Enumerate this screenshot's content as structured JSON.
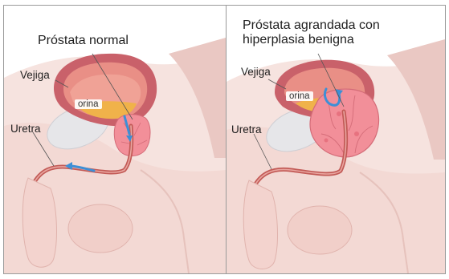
{
  "panels": [
    {
      "title": "Próstata normal",
      "labels": {
        "bladder": "Vejiga",
        "urethra": "Uretra",
        "urine": "orina"
      }
    },
    {
      "title_lines": [
        "Próstata agrandada con",
        "hiperplasia benigna"
      ],
      "labels": {
        "bladder": "Vejiga",
        "urethra": "Uretra",
        "urine": "orina"
      }
    }
  ],
  "colors": {
    "skin": "#f3d9d4",
    "skin_dark": "#e8bcb6",
    "tissue_pink": "#efc3c7",
    "bladder_wall": "#c9616a",
    "bladder_inner": "#e98f86",
    "prostate": "#f28f99",
    "urine": "#f0b24a",
    "urethra": "#c25a56",
    "flow_arrow": "#3d8fd6",
    "bone": "#e6e6e9"
  }
}
